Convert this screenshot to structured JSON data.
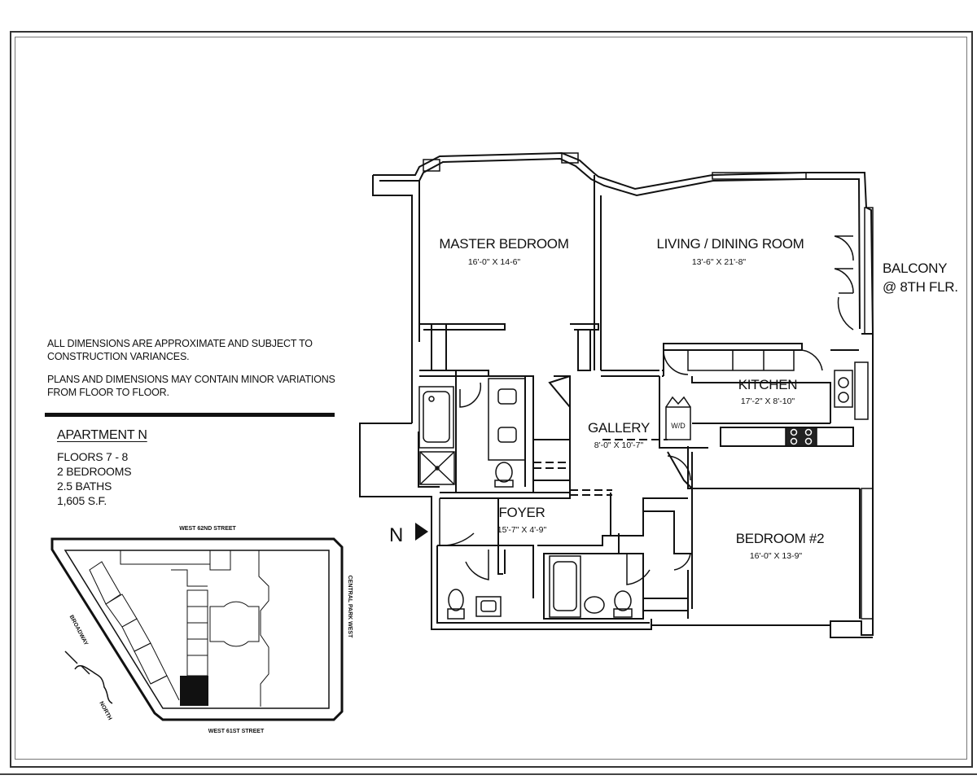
{
  "notes": {
    "line1": "ALL DIMENSIONS ARE APPROXIMATE AND SUBJECT TO\nCONSTRUCTION VARIANCES.",
    "line2": "PLANS AND DIMENSIONS MAY CONTAIN MINOR VARIATIONS\nFROM FLOOR TO FLOOR."
  },
  "apartment": {
    "title": "APARTMENT N",
    "floors": "FLOORS 7 - 8",
    "bedrooms": "2 BEDROOMS",
    "baths": "2.5 BATHS",
    "area": "1,605 S.F."
  },
  "rooms": {
    "master_bedroom": {
      "name": "MASTER BEDROOM",
      "dims": "16'-0\" X 14-6\""
    },
    "living_dining": {
      "name": "LIVING / DINING ROOM",
      "dims": "13'-6\" X 21'-8\""
    },
    "balcony": {
      "line1": "BALCONY",
      "line2": "@ 8TH FLR."
    },
    "kitchen": {
      "name": "KITCHEN",
      "dims": "17'-2\" X 8'-10\""
    },
    "gallery": {
      "name": "GALLERY",
      "dims": "8'-0\" X 10'-7\""
    },
    "foyer": {
      "name": "FOYER",
      "dims": "15'-7\" X 4'-9\""
    },
    "bedroom2": {
      "name": "BEDROOM #2",
      "dims": "16'-0\" X 13-9\""
    },
    "wd_label": "W/D"
  },
  "north_label": "N",
  "site_plan": {
    "north_street": "WEST 62ND STREET",
    "south_street": "WEST 61ST STREET",
    "east_street": "CENTRAL PARK WEST",
    "west_street": "BROADWAY",
    "north_arrow_label": "NORTH"
  }
}
